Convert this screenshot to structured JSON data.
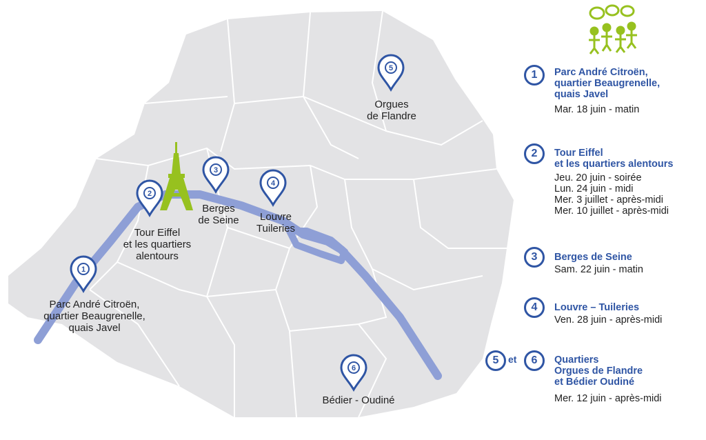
{
  "map": {
    "locations": [
      {
        "id": "1",
        "number": "1",
        "label": "Parc André Citroën,\nquartier Beaugrenelle,\nquais Javel"
      },
      {
        "id": "2",
        "number": "2",
        "label": "Tour Eiffel\net les quartiers\nalentours"
      },
      {
        "id": "3",
        "number": "3",
        "label": "Berges\nde Seine"
      },
      {
        "id": "4",
        "number": "4",
        "label": "Louvre\nTuileries"
      },
      {
        "id": "5",
        "number": "5",
        "label": "Orgues\nde Flandre"
      },
      {
        "id": "6",
        "number": "6",
        "label": "Bédier - Oudiné"
      }
    ]
  },
  "legend": {
    "items": [
      {
        "number": "1",
        "title": "Parc André Citroën,\nquartier Beaugrenelle,\nquais Javel",
        "dates": "Mar. 18 juin - matin"
      },
      {
        "number": "2",
        "title": "Tour Eiffel\net les quartiers alentours",
        "dates": "Jeu. 20 juin - soirée\nLun. 24 juin - midi\nMer. 3 juillet - après-midi\nMer. 10 juillet - après-midi"
      },
      {
        "number": "3",
        "title": "Berges de Seine",
        "dates": "Sam. 22 juin - matin"
      },
      {
        "number": "4",
        "title": "Louvre – Tuileries",
        "dates": "Ven. 28 juin - après-midi"
      },
      {
        "number": "6",
        "number_alt": "5",
        "joiner": "et",
        "title": "Quartiers\nOrgues de Flandre\net Bédier Oudiné",
        "dates": "Mer. 12 juin - après-midi"
      }
    ]
  },
  "colors": {
    "arrondissement_fill": "#e3e3e5",
    "arrondissement_border": "#ffffff",
    "seine": "#8e9fd6",
    "pin": "#2f55a4",
    "eiffel": "#97c11f",
    "people_icon": "#97c11f"
  },
  "icons": {
    "pin": "map-pin-icon",
    "eiffel": "eiffel-tower-icon",
    "people": "people-talking-icon"
  }
}
